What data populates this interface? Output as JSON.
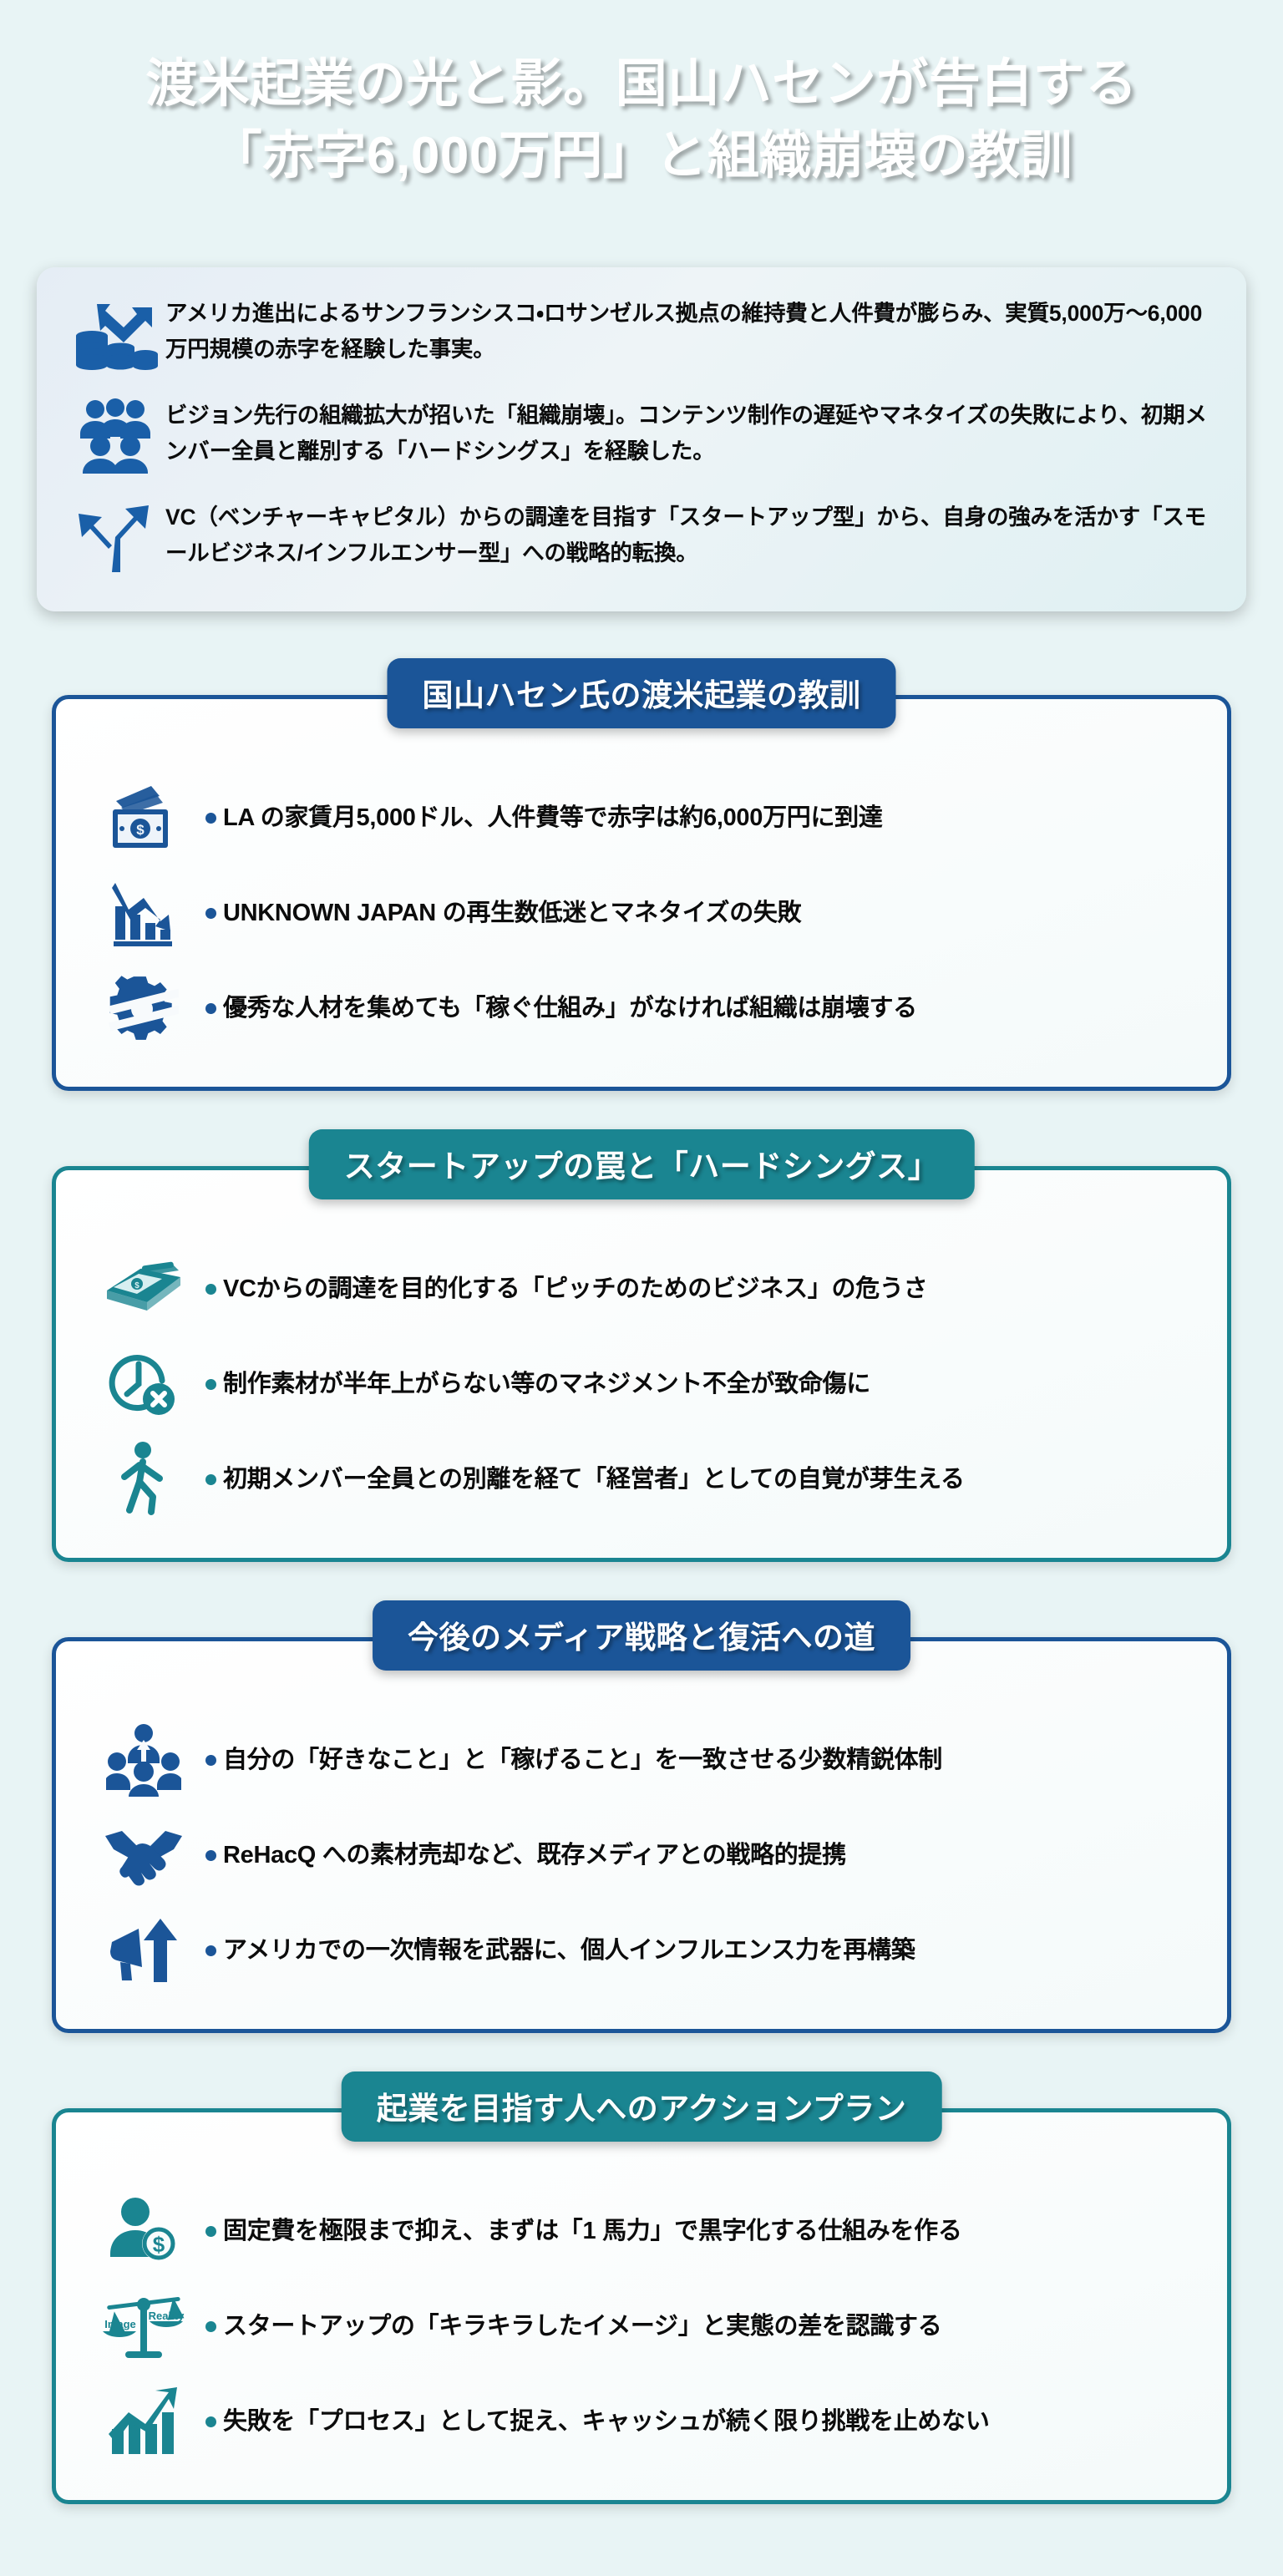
{
  "header": {
    "title_line1": "渡米起業の光と影。国山ハセンが告白する",
    "title_line2": "「赤字6,000万円」と組織崩壊の教訓",
    "colors": {
      "left": "#17529c",
      "right": "#188290"
    }
  },
  "summary": {
    "items": [
      {
        "icon": "declining-coins-icon",
        "text": "アメリカ進出によるサンフランシスコ・ロサンゼルス拠点の維持費と人件費が膨らみ、実質5,000万〜6,000万円規模の赤字を経験した事実。"
      },
      {
        "icon": "group-people-icon",
        "text": "ビジョン先行の組織拡大が招いた「組織崩壊」。コンテンツ制作の遅延やマネタイズの失敗により、初期メンバー全員と離別する「ハードシングス」を経験した。"
      },
      {
        "icon": "fork-road-arrow-icon",
        "text": "VC（ベンチャーキャピタル）からの調達を目指す「スタートアップ型」から、自身の強みを活かす「スモールビジネス/インフルエンサー型」への戦略的転換。"
      }
    ]
  },
  "sections": [
    {
      "theme": "blue",
      "accent": "#1b5598",
      "title": "国山ハセン氏の渡米起業の教訓",
      "items": [
        {
          "icon": "cash-bill-icon",
          "text": "LA の家賃月5,000ドル、人件費等で赤字は約6,000万円に到達"
        },
        {
          "icon": "declining-bar-chart-icon",
          "text": "UNKNOWN JAPAN の再生数低迷とマネタイズの失敗"
        },
        {
          "icon": "broken-gears-icon",
          "text": "優秀な人材を集めても「稼ぐ仕組み」がなければ組織は崩壊する"
        }
      ]
    },
    {
      "theme": "teal",
      "accent": "#1a8591",
      "title": "スタートアップの罠と「ハードシングス」",
      "items": [
        {
          "icon": "money-mousetrap-icon",
          "text": "VCからの調達を目的化する「ピッチのためのビジネス」の危うさ"
        },
        {
          "icon": "clock-error-icon",
          "text": "制作素材が半年上がらない等のマネジメント不全が致命傷に"
        },
        {
          "icon": "walking-person-icon",
          "text": "初期メンバー全員との別離を経て「経営者」としての自覚が芽生える"
        }
      ]
    },
    {
      "theme": "blue",
      "accent": "#1b5598",
      "title": "今後のメディア戦略と復活への道",
      "items": [
        {
          "icon": "team-leader-icon",
          "text": "自分の「好きなこと」と「稼げること」を一致させる少数精鋭体制"
        },
        {
          "icon": "handshake-icon",
          "text": "ReHacQ への素材売却など、既存メディアとの戦略的提携"
        },
        {
          "icon": "megaphone-growth-icon",
          "text": "アメリカでの一次情報を武器に、個人インフルエンス力を再構築"
        }
      ]
    },
    {
      "theme": "teal",
      "accent": "#1a8591",
      "title": "起業を目指す人へのアクションプラン",
      "items": [
        {
          "icon": "person-dollar-icon",
          "text": "固定費を極限まで抑え、まずは「1 馬力」で黒字化する仕組みを作る"
        },
        {
          "icon": "balance-scale-icon",
          "text": "スタートアップの「キラキラしたイメージ」と実態の差を認識する",
          "scale_left": "Image",
          "scale_right": "Reality"
        },
        {
          "icon": "growth-arrow-chart-icon",
          "text": "失敗を「プロセス」として捉え、キャッシュが続く限り挑戦を止めない"
        }
      ]
    }
  ]
}
